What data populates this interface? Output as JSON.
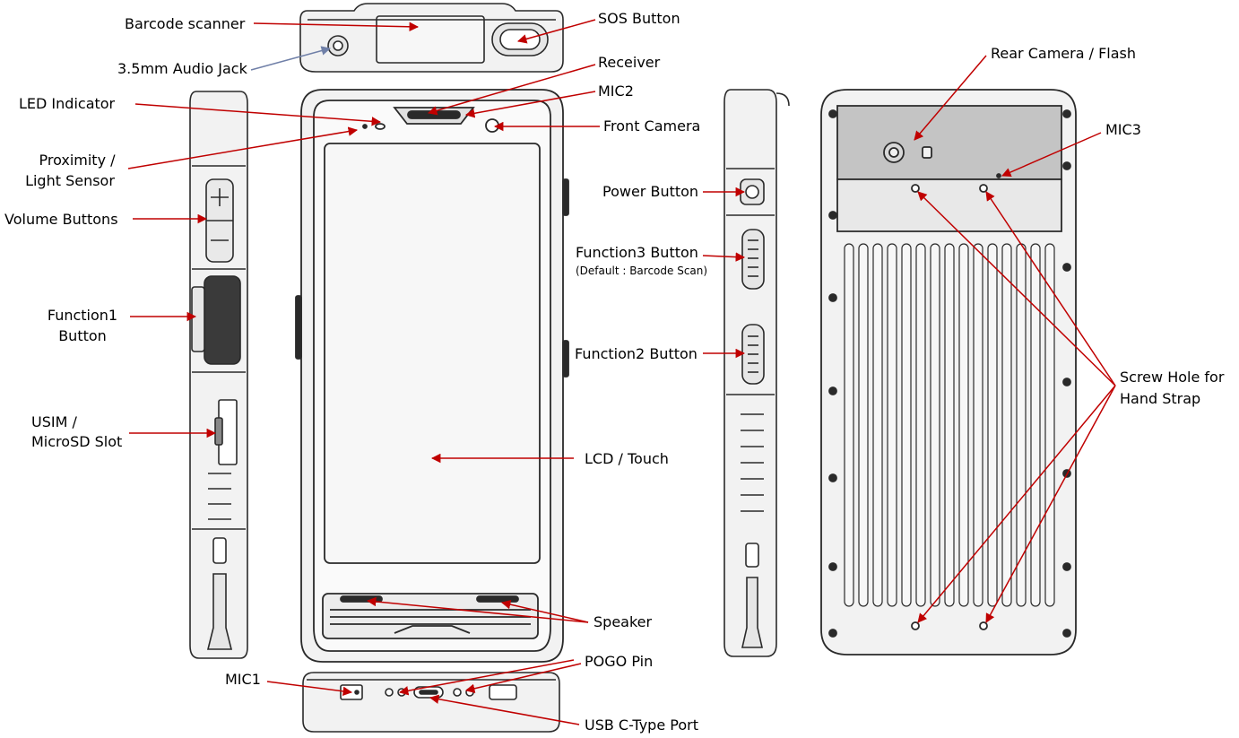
{
  "labels": {
    "barcode_scanner": "Barcode scanner",
    "audio_jack": "3.5mm Audio Jack",
    "sos_button": "SOS Button",
    "receiver": "Receiver",
    "mic2": "MIC2",
    "front_camera": "Front Camera",
    "led_indicator": "LED Indicator",
    "proximity_line1": "Proximity /",
    "proximity_line2": "Light Sensor",
    "volume_buttons": "Volume Buttons",
    "function1_line1": "Function1",
    "function1_line2": "Button",
    "usim_line1": "USIM /",
    "usim_line2": "MicroSD Slot",
    "power_button": "Power Button",
    "function3_button": "Function3 Button",
    "function3_default": "(Default : Barcode Scan)",
    "function2_button": "Function2 Button",
    "lcd_touch": "LCD / Touch",
    "speaker": "Speaker",
    "pogo_pin": "POGO Pin",
    "usb_port": "USB C-Type Port",
    "mic1": "MIC1",
    "rear_camera": "Rear Camera / Flash",
    "mic3": "MIC3",
    "screw_line1": "Screw Hole for",
    "screw_line2": "Hand Strap"
  },
  "colors": {
    "leader_line": "#c00000",
    "audio_leader": "#7080a8",
    "outline": "#2a2a2a",
    "body_fill": "#f2f2f2",
    "dark_fill": "#bdbdbd"
  }
}
